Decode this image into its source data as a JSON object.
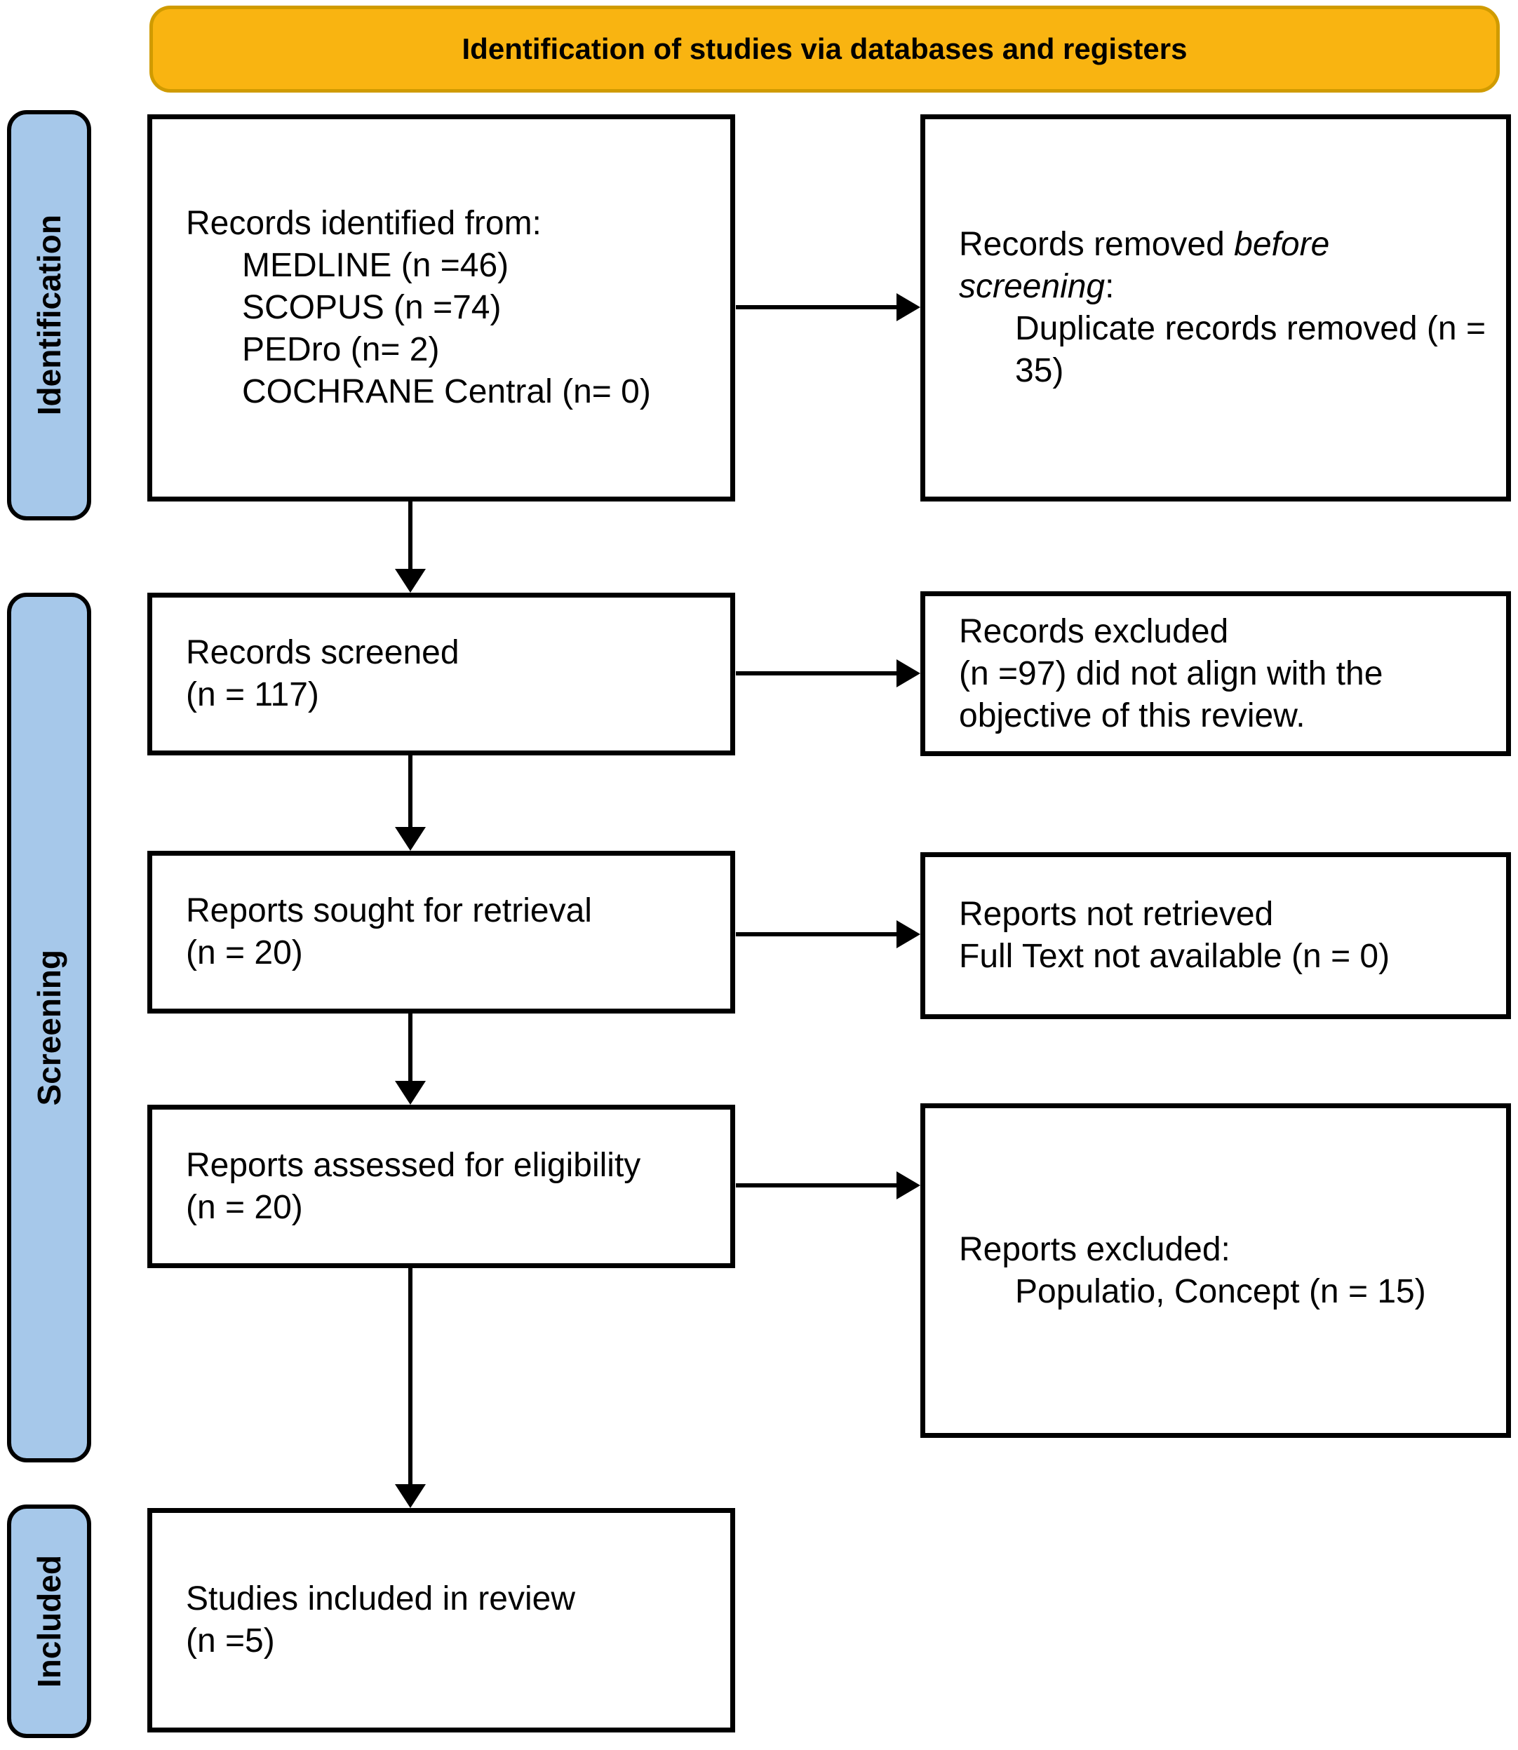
{
  "banner": {
    "title": "Identification of studies via databases and registers"
  },
  "sidebars": {
    "identification": "Identification",
    "screening": "Screening",
    "included": "Included"
  },
  "boxes": {
    "records_identified": {
      "intro": "Records identified from:",
      "items": [
        "MEDLINE (n =46)",
        "SCOPUS (n =74)",
        "PEDro (n= 2)",
        "COCHRANE Central (n= 0)"
      ]
    },
    "records_removed": {
      "line1_normal": "Records removed ",
      "line1_italic": "before",
      "line2_italic": "screening",
      "line2_suffix": ":",
      "item": "Duplicate records removed (n = 35)"
    },
    "records_screened": {
      "line1": "Records screened",
      "line2": "(n = 117)"
    },
    "records_excluded": {
      "line1": "Records excluded",
      "line2": "(n =97) did not align with the objective of this review."
    },
    "reports_sought": {
      "line1": "Reports sought for retrieval",
      "line2": "(n = 20)"
    },
    "reports_not_retrieved": {
      "line1": "Reports not retrieved",
      "line2": "Full Text not available (n = 0)"
    },
    "reports_assessed": {
      "line1": "Reports assessed for eligibility",
      "line2": "(n = 20)"
    },
    "reports_excluded": {
      "line1": "Reports excluded:",
      "item": "Populatio, Concept (n = 15)"
    },
    "studies_included": {
      "line1": "Studies included in review",
      "line2": "(n =5)"
    }
  },
  "colors": {
    "banner_fill": "#F9B411",
    "banner_border": "#D09B00",
    "stage_fill": "#A6C8EA",
    "box_border": "#000000",
    "arrow": "#000000"
  }
}
